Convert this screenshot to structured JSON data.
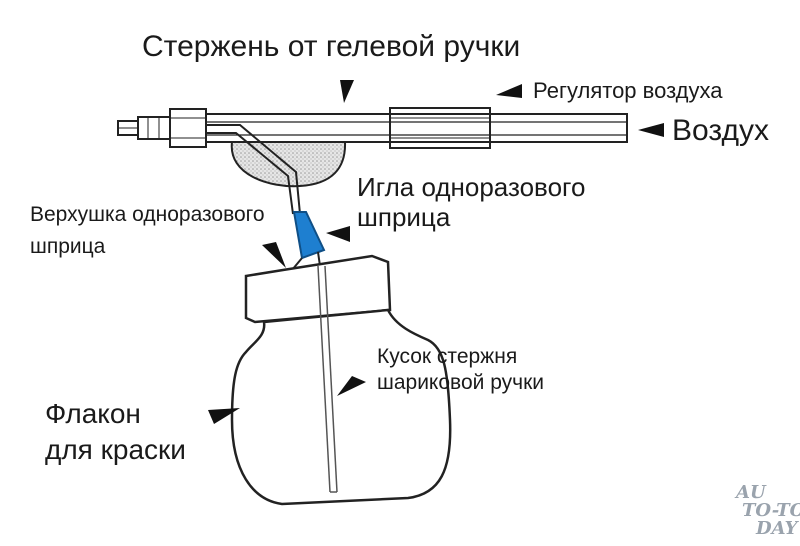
{
  "labels": {
    "rod": "Стержень от гелевой ручки",
    "air_regulator": "Регулятор воздуха",
    "air": "Воздух",
    "needle_line1": "Игла одноразового",
    "needle_line2": "шприца",
    "syringe_tip_line1": "Верхушка одноразового",
    "syringe_tip_line2": "шприца",
    "refill_piece_line1": "Кусок стержня",
    "refill_piece_line2": "шариковой ручки",
    "bottle_line1": "Флакон",
    "bottle_line2": "для краски"
  },
  "watermark": {
    "line1": "AU",
    "line2": "TO-TO",
    "line3": "DAY"
  },
  "colors": {
    "syringe_tip": "#1e7fd0",
    "outline": "#222222",
    "blob_fill": "#dcdcdc",
    "watermark": "#9aa3ad"
  }
}
